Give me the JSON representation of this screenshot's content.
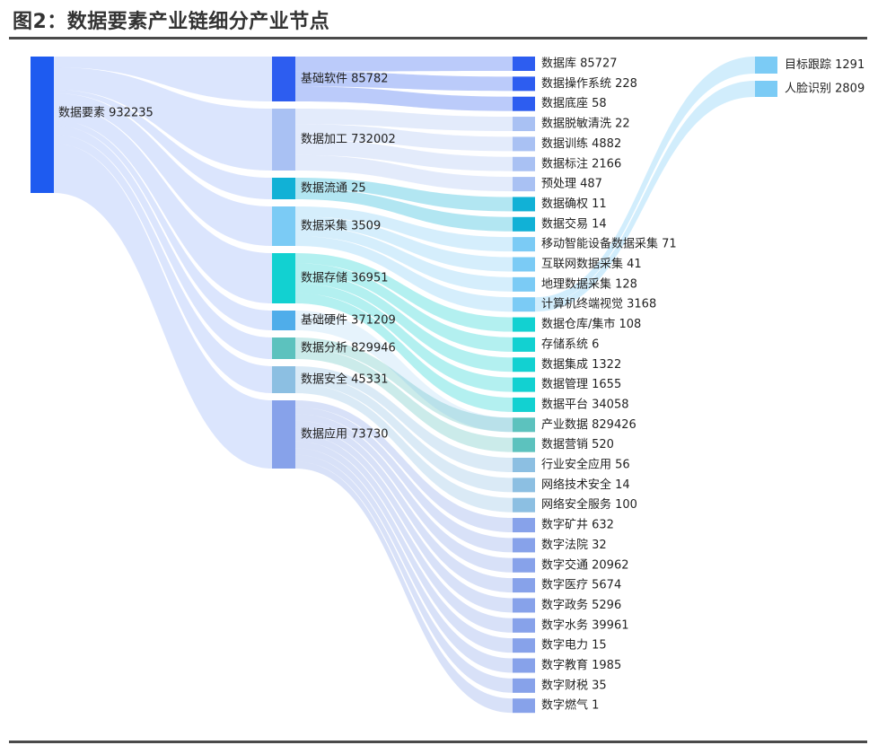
{
  "title": "图2：数据要素产业链细分产业节点",
  "chart_data": {
    "type": "sankey",
    "root": {
      "name": "数据要素",
      "value": 932235,
      "color": "#1E5BF0"
    },
    "level1": [
      {
        "name": "基础软件",
        "value": 85782,
        "color": "#2D5DF0"
      },
      {
        "name": "数据加工",
        "value": 732002,
        "color": "#A9C1F3"
      },
      {
        "name": "数据流通",
        "value": 25,
        "color": "#11B1D6"
      },
      {
        "name": "数据采集",
        "value": 3509,
        "color": "#7BCBF5"
      },
      {
        "name": "数据存储",
        "value": 36951,
        "color": "#12D1D1"
      },
      {
        "name": "基础硬件",
        "value": 371209,
        "color": "#4FADEA"
      },
      {
        "name": "数据分析",
        "value": 829946,
        "color": "#5CC2BE"
      },
      {
        "name": "数据安全",
        "value": 45331,
        "color": "#8CBFE2"
      },
      {
        "name": "数据应用",
        "value": 73730,
        "color": "#87A2EA"
      }
    ],
    "level2": [
      {
        "name": "数据库",
        "value": 85727,
        "parent": 0,
        "color": "#2D5DF0"
      },
      {
        "name": "数据操作系统",
        "value": 228,
        "parent": 0,
        "color": "#2D5DF0"
      },
      {
        "name": "数据底座",
        "value": 58,
        "parent": 0,
        "color": "#2D5DF0"
      },
      {
        "name": "数据脱敏清洗",
        "value": 22,
        "parent": 1,
        "color": "#A9C1F3"
      },
      {
        "name": "数据训练",
        "value": 4882,
        "parent": 1,
        "color": "#A9C1F3"
      },
      {
        "name": "数据标注",
        "value": 2166,
        "parent": 1,
        "color": "#A9C1F3"
      },
      {
        "name": "预处理",
        "value": 487,
        "parent": 1,
        "color": "#A9C1F3"
      },
      {
        "name": "数据确权",
        "value": 11,
        "parent": 2,
        "color": "#11B1D6"
      },
      {
        "name": "数据交易",
        "value": 14,
        "parent": 2,
        "color": "#11B1D6"
      },
      {
        "name": "移动智能设备数据采集",
        "value": 71,
        "parent": 3,
        "color": "#7BCBF5"
      },
      {
        "name": "互联网数据采集",
        "value": 41,
        "parent": 3,
        "color": "#7BCBF5"
      },
      {
        "name": "地理数据采集",
        "value": 128,
        "parent": 3,
        "color": "#7BCBF5"
      },
      {
        "name": "计算机终端视觉",
        "value": 3168,
        "parent": 3,
        "color": "#7BCBF5"
      },
      {
        "name": "数据仓库/集市",
        "value": 108,
        "parent": 4,
        "color": "#12D1D1"
      },
      {
        "name": "存储系统",
        "value": 6,
        "parent": 4,
        "color": "#12D1D1"
      },
      {
        "name": "数据集成",
        "value": 1322,
        "parent": 4,
        "color": "#12D1D1"
      },
      {
        "name": "数据管理",
        "value": 1655,
        "parent": 4,
        "color": "#12D1D1"
      },
      {
        "name": "数据平台",
        "value": 34058,
        "parent": 4,
        "color": "#12D1D1"
      },
      {
        "name": "产业数据",
        "value": 829426,
        "parent": 6,
        "color": "#5CC2BE"
      },
      {
        "name": "数据营销",
        "value": 520,
        "parent": 6,
        "color": "#5CC2BE"
      },
      {
        "name": "行业安全应用",
        "value": 56,
        "parent": 7,
        "color": "#8CBFE2"
      },
      {
        "name": "网络技术安全",
        "value": 14,
        "parent": 7,
        "color": "#8CBFE2"
      },
      {
        "name": "网络安全服务",
        "value": 100,
        "parent": 7,
        "color": "#8CBFE2"
      },
      {
        "name": "数字矿井",
        "value": 632,
        "parent": 8,
        "color": "#87A2EA"
      },
      {
        "name": "数字法院",
        "value": 32,
        "parent": 8,
        "color": "#87A2EA"
      },
      {
        "name": "数字交通",
        "value": 20962,
        "parent": 8,
        "color": "#87A2EA"
      },
      {
        "name": "数字医疗",
        "value": 5674,
        "parent": 8,
        "color": "#87A2EA"
      },
      {
        "name": "数字政务",
        "value": 5296,
        "parent": 8,
        "color": "#87A2EA"
      },
      {
        "name": "数字水务",
        "value": 39961,
        "parent": 8,
        "color": "#87A2EA"
      },
      {
        "name": "数字电力",
        "value": 15,
        "parent": 8,
        "color": "#87A2EA"
      },
      {
        "name": "数字教育",
        "value": 1985,
        "parent": 8,
        "color": "#87A2EA"
      },
      {
        "name": "数字财税",
        "value": 35,
        "parent": 8,
        "color": "#87A2EA"
      },
      {
        "name": "数字燃气",
        "value": 1,
        "parent": 8,
        "color": "#87A2EA"
      }
    ],
    "level3": [
      {
        "name": "目标跟踪",
        "value": 1291,
        "parent": 12,
        "color": "#7BCBF5"
      },
      {
        "name": "人脸识别",
        "value": 2809,
        "parent": 12,
        "color": "#7BCBF5"
      }
    ]
  }
}
